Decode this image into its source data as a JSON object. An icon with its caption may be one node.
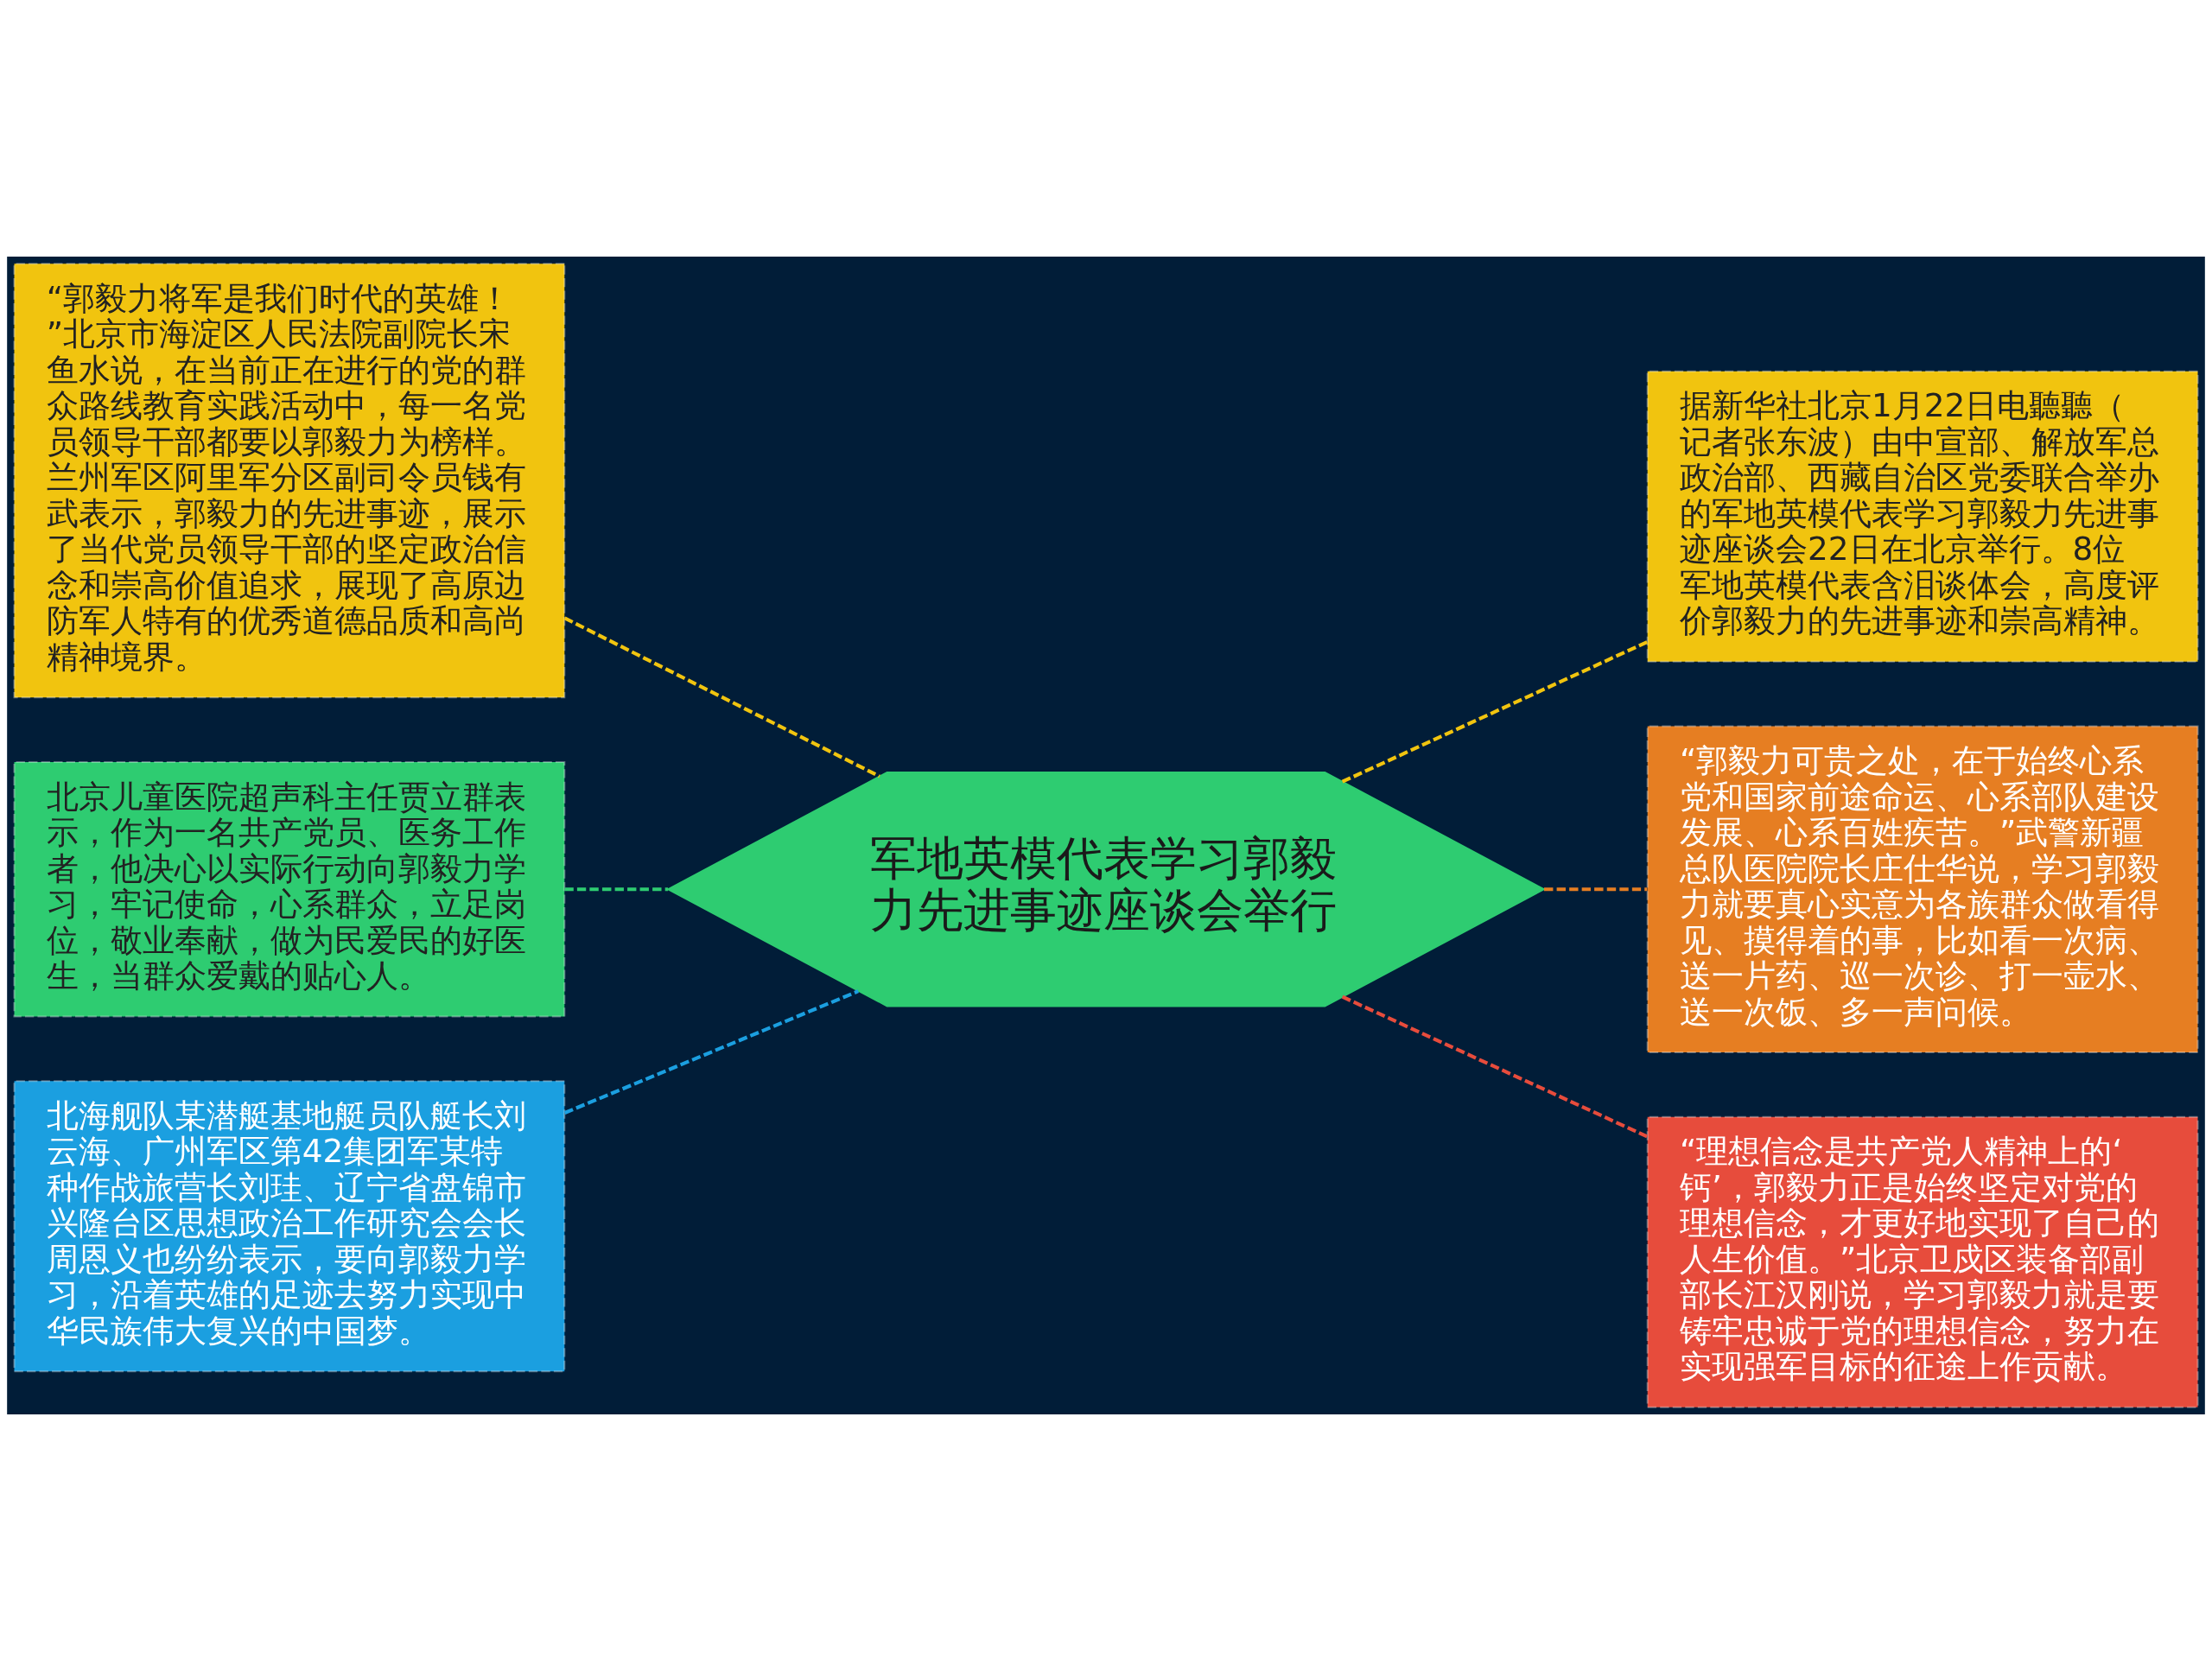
{
  "diagram": {
    "nodes": [
      {
        "text": [
          "军地英模代表学习郭毅力先进事迹座谈会举行"
        ]
      },
      {
        "text": [
          "“郭毅力将军是我们时代的英雄！”北京市海淀区人民法院副院长宋鱼水说，在当前正在进行的党的群众路线教育实践活动中，每一名党员领导干部都要以郭毅力为榜样。兰州军区阿里军分区副司令员钱有武表示，郭毅力的先进事迹，展示了当代党员领导干部的坚定政治信念和崇高价值追求，展现了高原边防军人特有的优秀道德品质和高尚精神境界。"
        ]
      },
      {
        "text": [
          "北京儿童医院超声科主任贾立群表示，作为一名共产党员、医务工作者，他决心以实际行动向郭毅力学习，牢记使命，心系群众，立足岗位，敬业奉献，做为民爱民的好医生，当群众爱戴的贴心人。"
        ]
      },
      {
        "text": [
          "北海舰队某潜艇基地艇员队艇长刘云海、广州军区第42集团军某特种作战旅营长刘珪、辽宁省盘锦市兴隆台区思想政治工作研究会会长周恩义也纷纷表示，要向郭毅力学习，沿着英雄的足迹去努力实现中华民族伟大复兴的中国梦。"
        ]
      },
      {
        "text": [
          "据新华社北京1月22日电聽聽（记者张东波）由中宣部、解放军总政治部、西藏自治区党委联合举办的军地英模代表学习郭毅力先进事迹座谈会22日在北京举行。8位军地英模代表含泪谈体会，高度评价郭毅力的先进事迹和崇高精神。"
        ]
      },
      {
        "text": [
          "“郭毅力可贵之处，在于始终心系党和国家前途命运、心系部队建设发展、心系百姓疾苦。”武警新疆总队医院院长庄仕华说，学习郭毅力就要真心实意为各族群众做看得见、摸得着的事，比如看一次病、送一片药、巡一次诊、打一壶水、送一次饭、多一声问候。"
        ]
      },
      {
        "text": [
          "“理想信念是共产党人精神上的‘钙’，郭毅力正是始终坚定对党的理想信念，才更好地实现了自己的人生价值。”北京卫戍区装备部副部长江汉刚说，学习郭毅力就是要铸牢忠诚于党的理想信念，努力在实现强军目标的征途上作贡献。"
        ]
      }
    ],
    "edges": [
      {
        "from": 0,
        "to": 1,
        "arrow": "none",
        "style": "dashed",
        "color": "#f1c40f"
      },
      {
        "from": 0,
        "to": 2,
        "arrow": "none",
        "style": "dashed",
        "color": "#2ecc71"
      },
      {
        "from": 0,
        "to": 3,
        "arrow": "none",
        "style": "dashed",
        "color": "#1b9fe0"
      },
      {
        "from": 0,
        "to": 4,
        "arrow": "none",
        "style": "dashed",
        "color": "#f1c40f"
      },
      {
        "from": 0,
        "to": 5,
        "arrow": "none",
        "style": "dashed",
        "color": "#e67e22"
      },
      {
        "from": 0,
        "to": 6,
        "arrow": "none",
        "style": "dashed",
        "color": "#e74c3c"
      }
    ]
  }
}
